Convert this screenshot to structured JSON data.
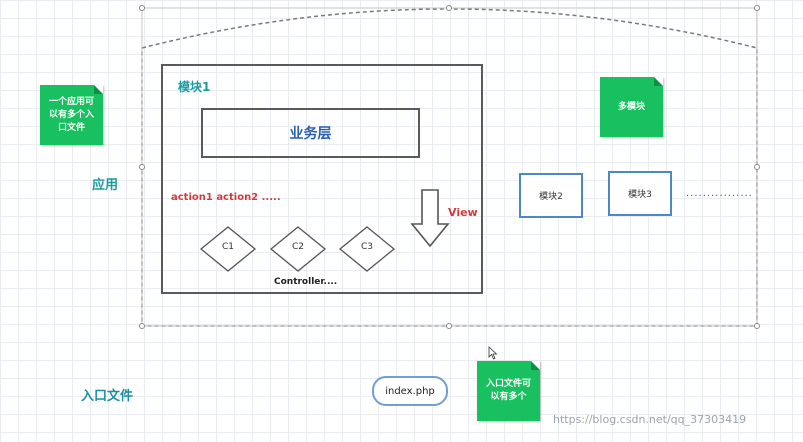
{
  "notes": {
    "left_note": "一个应用可以有多个入口文件",
    "multi_module_note": "多模块",
    "entry_note": "入口文件可以有多个"
  },
  "labels": {
    "app": "应用",
    "entry_files": "入口文件",
    "module1": "模块1",
    "business_layer": "业务层",
    "actions": "action1  action2 .....",
    "view": "View",
    "controller": "Controller....",
    "c1": "C1",
    "c2": "C2",
    "c3": "C3",
    "module2": "模块2",
    "module3": "模块3",
    "more": "................",
    "index": "index.php"
  },
  "watermark": "https://blog.csdn.net/qq_37303419",
  "colors": {
    "note_green": "#19c060",
    "teal": "#1b9aa0",
    "red": "#d23b3b",
    "blue_border": "#4a88c9",
    "business_text": "#2a5fb0"
  }
}
